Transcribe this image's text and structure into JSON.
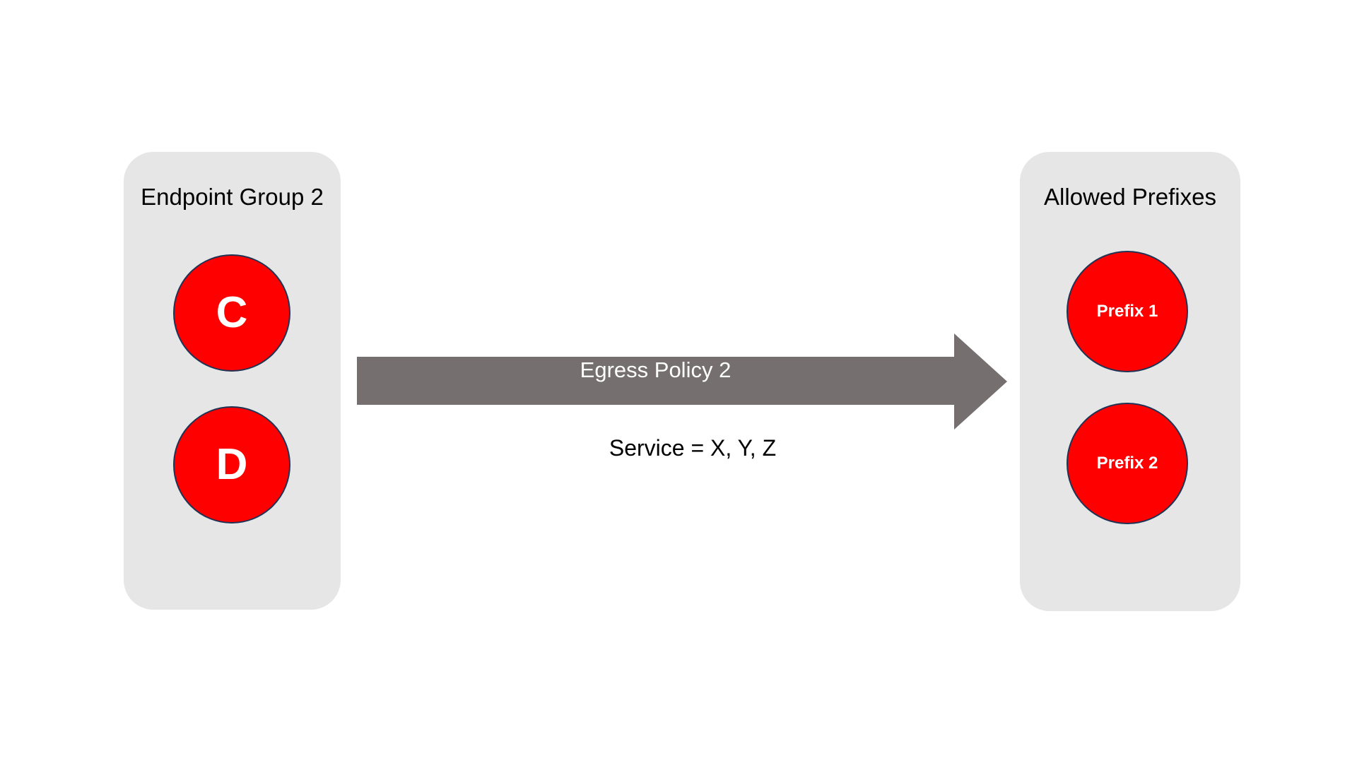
{
  "diagram": {
    "background_color": "#FFFFFF",
    "groups": [
      {
        "id": "endpoint-group-2",
        "title": "Endpoint Group 2",
        "panel_color": "#E6E6E6",
        "nodes": [
          {
            "label": "C",
            "fill": "#FF0000",
            "stroke": "#1F3355",
            "text_color": "#FFFFFF"
          },
          {
            "label": "D",
            "fill": "#FF0000",
            "stroke": "#1F3355",
            "text_color": "#FFFFFF"
          }
        ]
      },
      {
        "id": "allowed-prefixes",
        "title": "Allowed Prefixes",
        "panel_color": "#E6E6E6",
        "nodes": [
          {
            "label": "Prefix 1",
            "fill": "#FF0000",
            "stroke": "#1F3355",
            "text_color": "#FFFFFF"
          },
          {
            "label": "Prefix 2",
            "fill": "#FF0000",
            "stroke": "#1F3355",
            "text_color": "#FFFFFF"
          }
        ]
      }
    ],
    "arrow": {
      "label": "Egress Policy 2",
      "label_color": "#FFFFFF",
      "fill": "#756F6F",
      "direction": "right",
      "condition": "Service = X, Y, Z",
      "condition_color": "#000000"
    }
  }
}
